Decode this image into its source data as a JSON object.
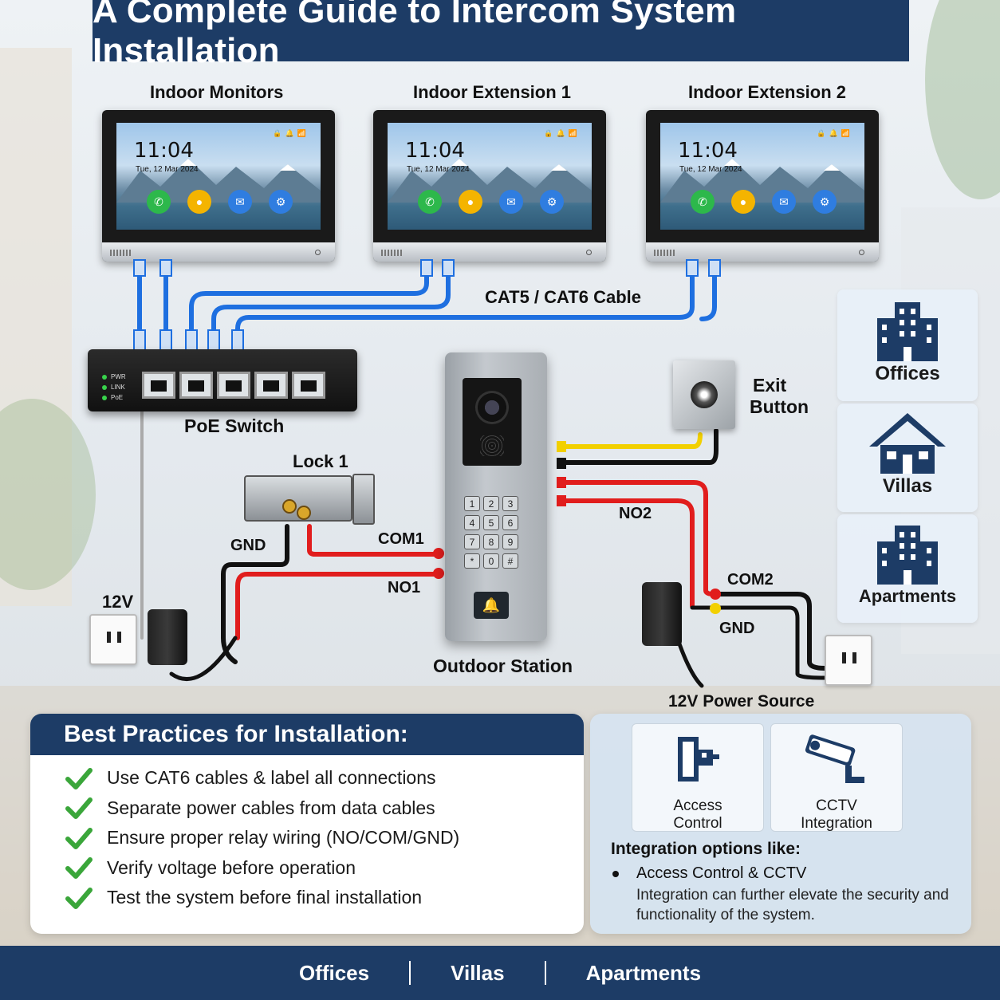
{
  "title": "A Complete Guide to Intercom System Installation",
  "monitors": [
    {
      "label": "Indoor Monitors",
      "time": "11:04",
      "date": "Tue, 12 Mar 2024"
    },
    {
      "label": "Indoor Extension 1",
      "time": "11:04",
      "date": "Tue, 12 Mar 2024"
    },
    {
      "label": "Indoor Extension 2",
      "time": "11:04",
      "date": "Tue, 12 Mar 2024"
    }
  ],
  "cable_label": "CAT5 / CAT6 Cable",
  "switch": {
    "label": "PoE Switch",
    "indicators": [
      "PWR",
      "LINK",
      "PoE"
    ]
  },
  "lock_label": "Lock 1",
  "outdoor_station": {
    "label": "Outdoor Station",
    "keys": [
      "1",
      "2",
      "3",
      "4",
      "5",
      "6",
      "7",
      "8",
      "9",
      "*",
      "0",
      "#"
    ]
  },
  "exit_button_label": [
    "Exit",
    "Button"
  ],
  "wiring_labels": {
    "gnd_left": "GND",
    "com1": "COM1",
    "no1": "NO1",
    "v12": "12V",
    "no2": "NO2",
    "com2": "COM2",
    "gnd_right": "GND",
    "power_source": "12V Power Source"
  },
  "side_cards": [
    {
      "label": "Offices",
      "icon": "office-building-icon"
    },
    {
      "label": "Villas",
      "icon": "house-icon"
    },
    {
      "label": "Apartments",
      "icon": "apartment-building-icon"
    }
  ],
  "best_practices": {
    "heading": "Best Practices for Installation:",
    "items": [
      "Use CAT6 cables & label all connections",
      "Separate power cables from data cables",
      "Ensure proper relay wiring (NO/COM/GND)",
      "Verify voltage before operation",
      "Test the system before final installation"
    ]
  },
  "integration": {
    "cards": [
      {
        "label_line1": "Access",
        "label_line2": "Control",
        "icon": "door-access-icon"
      },
      {
        "label_line1": "CCTV",
        "label_line2": "Integration",
        "icon": "cctv-camera-icon"
      }
    ],
    "title": "Integration options like:",
    "bullet": "Access Control & CCTV",
    "description": "Integration can further elevate the security and functionality of the system."
  },
  "footer": [
    "Offices",
    "Villas",
    "Apartments"
  ],
  "colors": {
    "navy": "#1d3c66",
    "cable_blue": "#1e6fe0",
    "wire_red": "#e11d1d",
    "wire_yellow": "#f2d000",
    "check_green": "#3aa63a"
  }
}
